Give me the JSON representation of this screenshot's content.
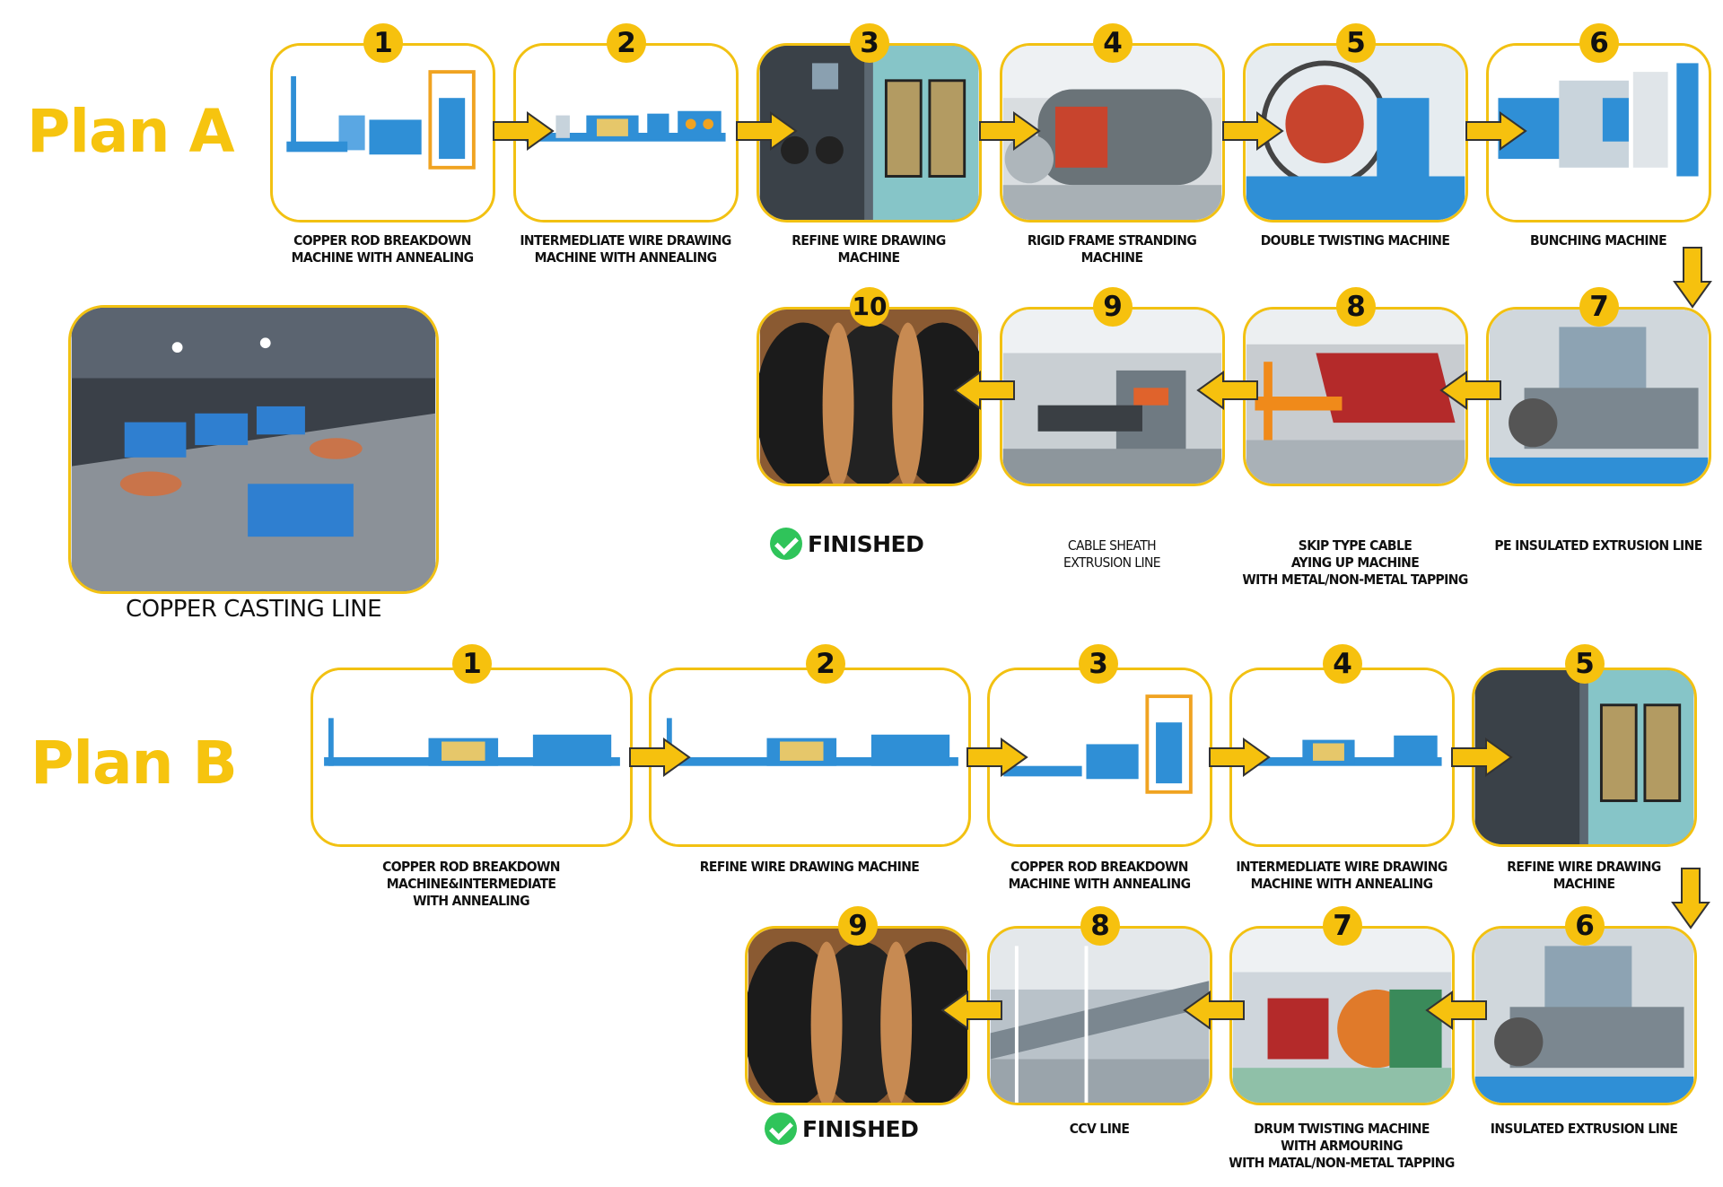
{
  "plan_a": {
    "title": "Plan A",
    "steps": [
      {
        "num": "1",
        "label": "COPPER ROD BREAKDOWN\nMACHINE WITH ANNEALING"
      },
      {
        "num": "2",
        "label": "INTERMEDLIATE WIRE DRAWING\nMACHINE WITH ANNEALING"
      },
      {
        "num": "3",
        "label": "REFINE WIRE DRAWING\nMACHINE"
      },
      {
        "num": "4",
        "label": "RIGID FRAME STRANDING\nMACHINE"
      },
      {
        "num": "5",
        "label": "DOUBLE TWISTING MACHINE"
      },
      {
        "num": "6",
        "label": "BUNCHING MACHINE"
      },
      {
        "num": "7",
        "label": "PE INSULATED EXTRUSION LINE"
      },
      {
        "num": "8",
        "label": "SKIP TYPE CABLE\nAYING UP MACHINE\nWITH METAL/NON-METAL TAPPING"
      },
      {
        "num": "9",
        "label": "CABLE SHEATH\nEXTRUSION LINE"
      },
      {
        "num": "10",
        "label": ""
      }
    ],
    "finished": "FINISHED"
  },
  "casting": {
    "label": "COPPER CASTING LINE"
  },
  "plan_b": {
    "title": "Plan B",
    "steps": [
      {
        "num": "1",
        "label": "COPPER ROD BREAKDOWN\nMACHINE&INTERMEDIATE\nWITH ANNEALING"
      },
      {
        "num": "2",
        "label": "REFINE WIRE DRAWING MACHINE"
      },
      {
        "num": "3",
        "label": "COPPER ROD BREAKDOWN\nMACHINE WITH ANNEALING"
      },
      {
        "num": "4",
        "label": "INTERMEDLIATE WIRE DRAWING\nMACHINE WITH ANNEALING"
      },
      {
        "num": "5",
        "label": "REFINE WIRE DRAWING\nMACHINE"
      },
      {
        "num": "6",
        "label": "INSULATED EXTRUSION LINE"
      },
      {
        "num": "7",
        "label": "DRUM TWISTING MACHINE\nWITH ARMOURING\nWITH MATAL/NON-METAL TAPPING"
      },
      {
        "num": "8",
        "label": "CCV LINE"
      },
      {
        "num": "9",
        "label": ""
      }
    ],
    "finished": "FINISHED"
  },
  "colors": {
    "accent": "#f6c10e",
    "machine_blue": "#2f8fd6",
    "check_green": "#2fc45a"
  }
}
